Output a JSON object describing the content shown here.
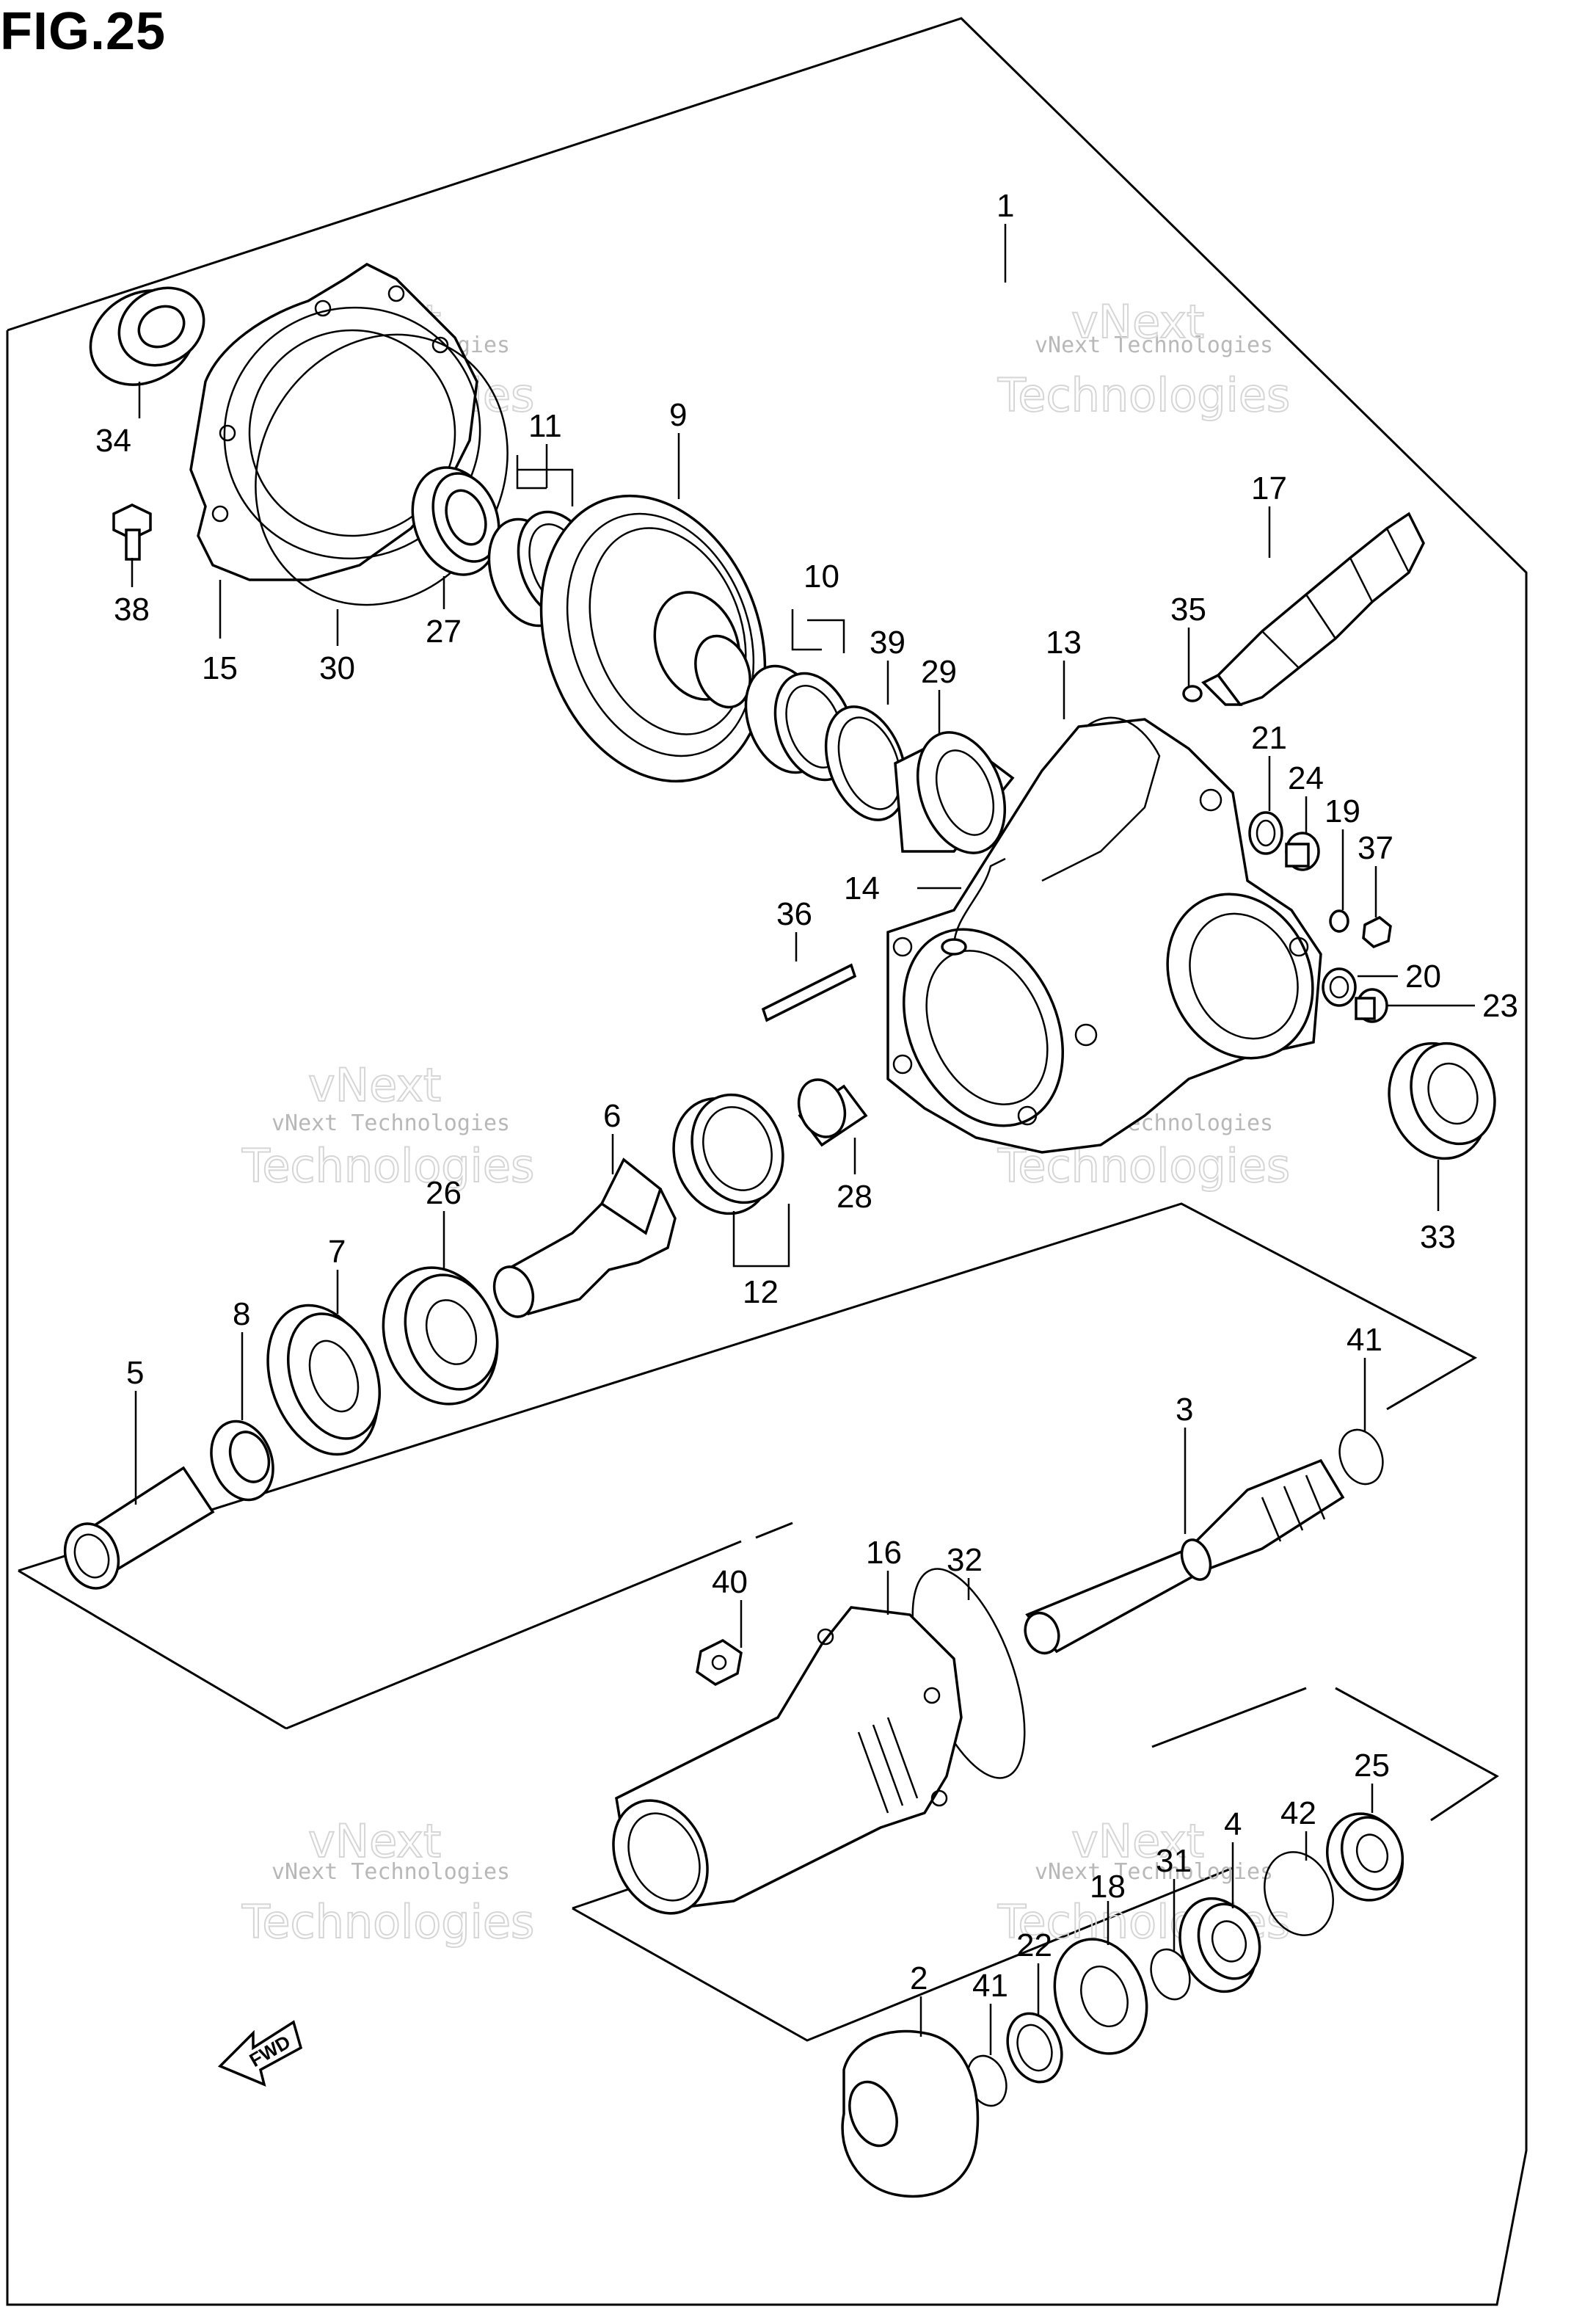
{
  "figure": {
    "title": "FIG.25"
  },
  "watermark": {
    "line1": "vNext Technologies",
    "line2": "vNext",
    "line3": "Technologies"
  },
  "fwd_arrow": {
    "label": "FWD",
    "icon": "arrow-left-icon"
  },
  "callouts": [
    "1",
    "2",
    "3",
    "4",
    "5",
    "6",
    "7",
    "8",
    "9",
    "10",
    "11",
    "12",
    "13",
    "14",
    "15",
    "16",
    "17",
    "18",
    "19",
    "20",
    "21",
    "22",
    "23",
    "24",
    "25",
    "26",
    "27",
    "28",
    "29",
    "30",
    "31",
    "32",
    "33",
    "34",
    "35",
    "36",
    "37",
    "38",
    "39",
    "40",
    "41",
    "41",
    "42"
  ]
}
